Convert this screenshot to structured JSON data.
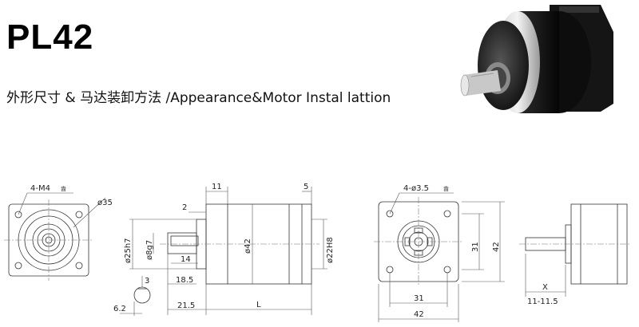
{
  "header": {
    "model": "PL42",
    "subtitle": "外形尺寸 & 马达装卸方法 /Appearance&Motor Instal lattion"
  },
  "drawing1": {
    "holes": "4-M4",
    "holes_suffix": "㴅",
    "pcd": "ø35",
    "key_height": "3",
    "key_width": "6.2"
  },
  "drawing2": {
    "d_flange_top": "11",
    "d_right_top": "5",
    "d_step": "2",
    "d_body": "ø25h7",
    "d_shaft": "ø8g7",
    "d_length": "ø42",
    "d_bore": "ø22H8",
    "d_key": "14",
    "d_shaft_len": "18.5",
    "d_total_front": "21.5",
    "d_L": "L"
  },
  "drawing3": {
    "holes": "4-ø3.5",
    "holes_suffix": "㴅",
    "d_pcd_v": "31",
    "d_size_v": "42",
    "d_pcd_h": "31",
    "d_size_h": "42"
  },
  "drawing4": {
    "d_x": "X",
    "d_range": "11-11.5"
  }
}
